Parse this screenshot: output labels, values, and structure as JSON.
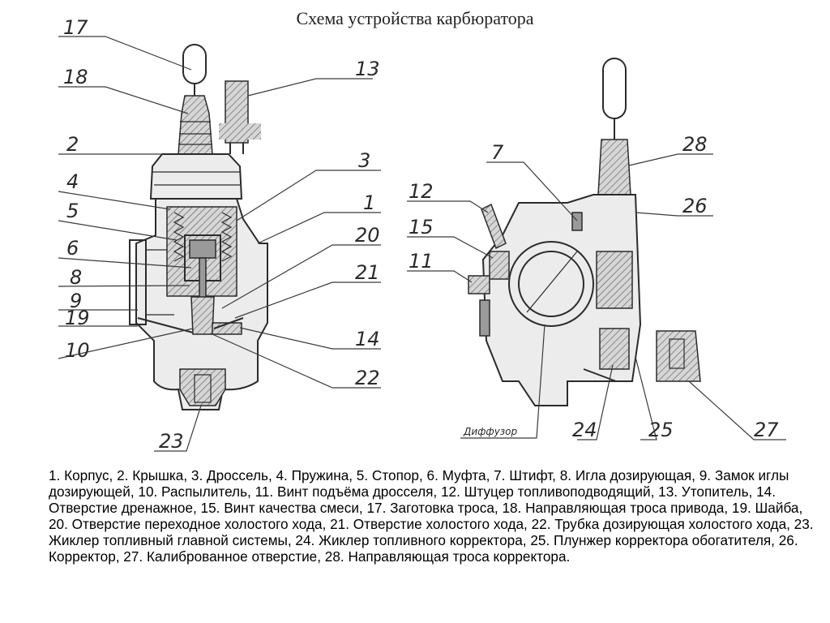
{
  "title": "Схема устройства карбюратора",
  "left_view_callouts": [
    "17",
    "18",
    "2",
    "4",
    "5",
    "6",
    "8",
    "9",
    "19",
    "10",
    "13",
    "3",
    "1",
    "20",
    "21",
    "14",
    "22",
    "23"
  ],
  "right_view_callouts": [
    "7",
    "12",
    "15",
    "11",
    "28",
    "26",
    "24",
    "25",
    "27"
  ],
  "diffuser_label": "Диффузор",
  "legend_text": "1. Корпус, 2. Крышка, 3. Дроссель, 4. Пружина, 5. Стопор, 6. Муфта, 7. Штифт, 8. Игла дозирующая, 9. Замок иглы дозирующей, 10. Распылитель, 11. Винт подъёма дросселя, 12. Штуцер топливоподводящий,  13. Утопитель, 14. Отверстие дренажное, 15. Винт качества смеси, 17. Заготовка троса, 18. Направляющая троса привода, 19. Шайба, 20. Отверстие переходное холостого хода, 21. Отверстие холостого хода, 22. Трубка дозирующая холостого хода, 23. Жиклер топливный главной системы, 24. Жиклер топливного корректора, 25. Плунжер корректора обогатителя, 26. Корректор,  27. Калиброванное отверстие, 28. Направляющая  троса корректора."
}
